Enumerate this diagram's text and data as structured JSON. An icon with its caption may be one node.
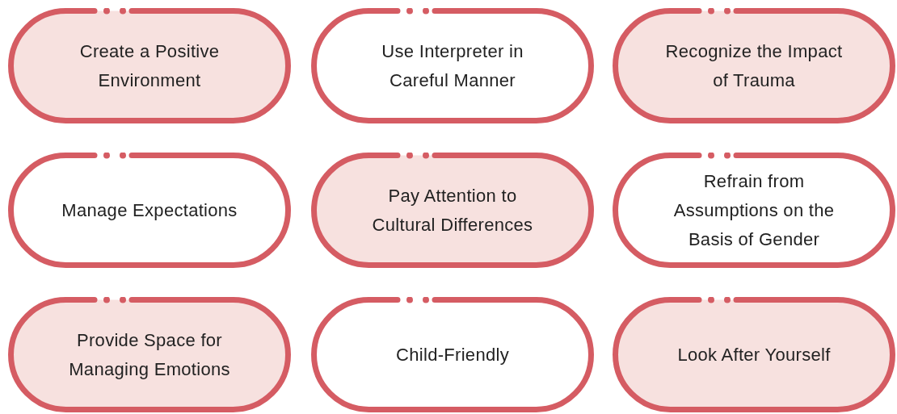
{
  "diagram": {
    "nodes": [
      {
        "text": [
          "Create a Positive Environment"
        ]
      },
      {
        "text": [
          "Use Interpreter in Careful Manner"
        ]
      },
      {
        "text": [
          "Recognize the Impact of Trauma"
        ]
      },
      {
        "text": [
          "Manage Expectations"
        ]
      },
      {
        "text": [
          "Pay Attention to Cultural Differences"
        ]
      },
      {
        "text": [
          "Refrain from Assumptions on the Basis of Gender"
        ]
      },
      {
        "text": [
          "Provide Space for Managing Emotions"
        ]
      },
      {
        "text": [
          "Child-Friendly"
        ]
      },
      {
        "text": [
          "Look After Yourself"
        ]
      }
    ]
  }
}
